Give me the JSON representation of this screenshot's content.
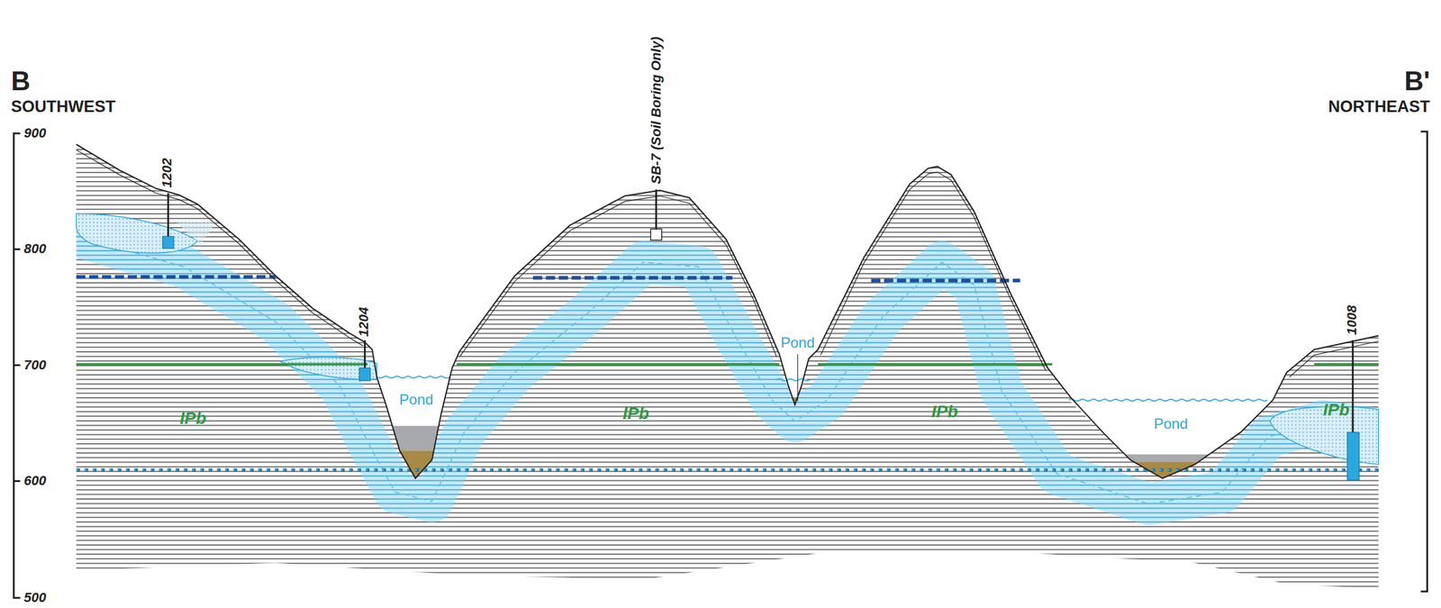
{
  "diagram": {
    "labels": [
      "B",
      "SOUTHWEST",
      "B'",
      "NORTHEAST",
      "900",
      "800",
      "700",
      "600",
      "500",
      "1202",
      "1204",
      "SB-7 (Soil Boring Only)",
      "1008",
      "Pond",
      "Pond",
      "Pond",
      "IPb",
      "IPb",
      "IPb",
      "IPb"
    ]
  }
}
